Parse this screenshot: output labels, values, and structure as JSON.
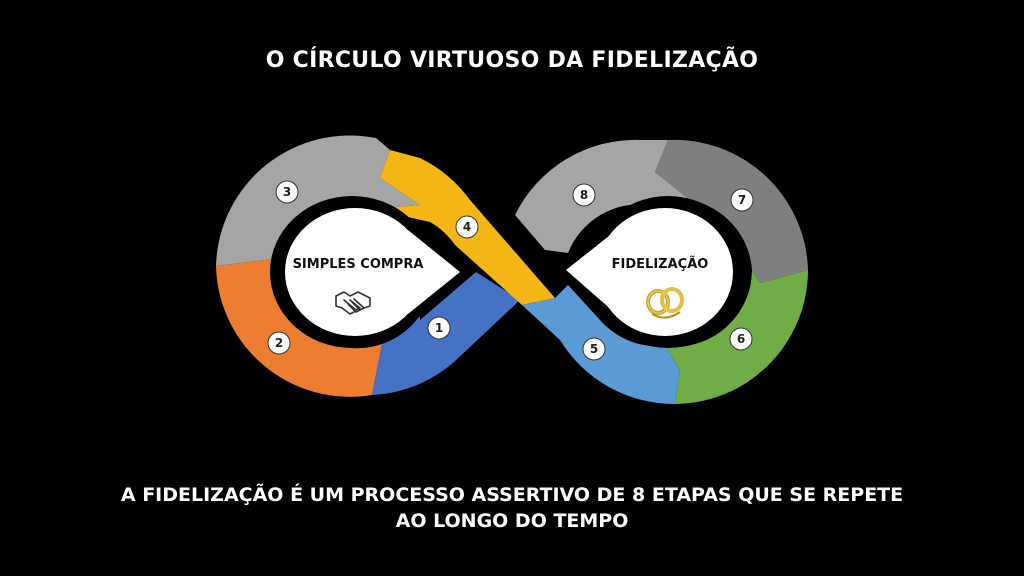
{
  "title": "O CÍRCULO VIRTUOSO DA FIDELIZAÇÃO",
  "caption": {
    "line1": "A FIDELIZAÇÃO É UM PROCESSO ASSERTIVO DE 8 ETAPAS QUE SE REPETE",
    "line2": "AO LONGO DO TEMPO"
  },
  "left_center": {
    "label": "SIMPLES COMPRA",
    "icon": "handshake-icon"
  },
  "right_center": {
    "label": "FIDELIZAÇÃO",
    "icon": "gold-rings-icon"
  },
  "segments": [
    {
      "number": "1",
      "color": "#4472C4"
    },
    {
      "number": "2",
      "color": "#ED7D31"
    },
    {
      "number": "3",
      "color": "#A5A5A5"
    },
    {
      "number": "4",
      "color": "#F4B614"
    },
    {
      "number": "5",
      "color": "#5B9BD5"
    },
    {
      "number": "6",
      "color": "#70AD47"
    },
    {
      "number": "7",
      "color": "#7F7F7F"
    },
    {
      "number": "8",
      "color": "#A5A5A5"
    }
  ]
}
